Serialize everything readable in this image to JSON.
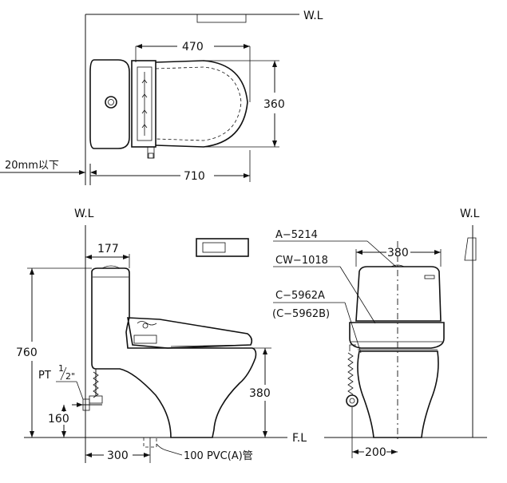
{
  "labels": {
    "wl_top": "W.L",
    "wl_left": "W.L",
    "wl_right": "W.L",
    "fl": "F.L",
    "gap_note": "20mm以下",
    "pipe_thread": "PT",
    "pipe_num": "1",
    "pipe_den": "2\"",
    "drain": "100 PVC(A)管",
    "model_tank": "A−5214",
    "model_seat": "CW−1018",
    "model_base": "C−5962A",
    "model_base_alt": "(C−5962B)"
  },
  "dimensions": {
    "top_width": "470",
    "top_depth": "360",
    "top_length": "710",
    "side_tank_offset": "177",
    "side_height": "760",
    "side_seat_height": "380",
    "side_supply_height": "160",
    "side_drain_offset": "300",
    "front_width": "380",
    "front_supply_offset": "200"
  }
}
